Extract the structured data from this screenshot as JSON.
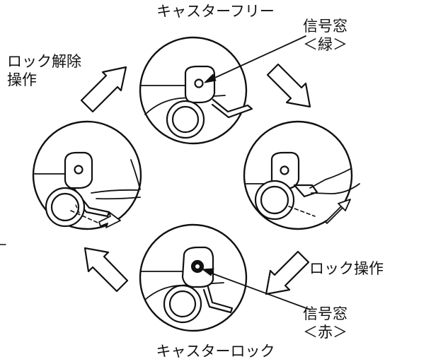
{
  "labels": {
    "caster_free": "キャスターフリー",
    "caster_lock": "キャスターロック",
    "unlock_line1": "ロック解除",
    "unlock_line2": "操作",
    "lock_operation": "ロック操作",
    "signal_green_line1": "信号窓",
    "signal_green_line2": "＜緑＞",
    "signal_red_line1": "信号窓",
    "signal_red_line2": "＜赤＞"
  },
  "colors": {
    "stroke": "#111111",
    "background": "#ffffff"
  }
}
